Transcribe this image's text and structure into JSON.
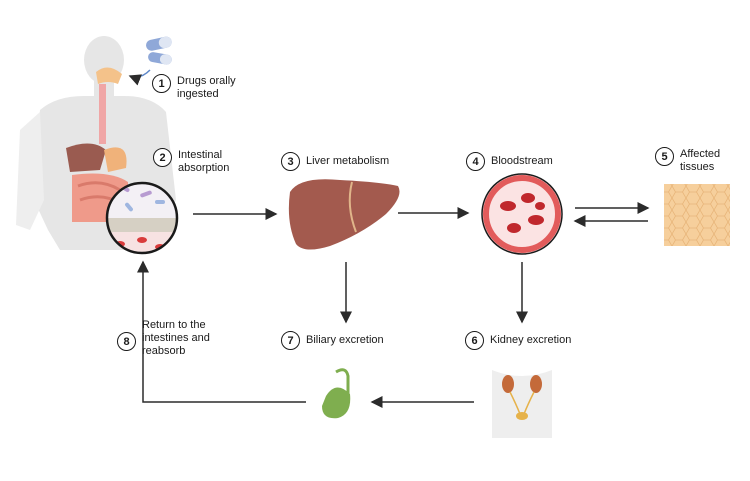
{
  "steps": [
    {
      "num": "1",
      "lines": [
        "Drugs orally",
        "ingested"
      ]
    },
    {
      "num": "2",
      "lines": [
        "Intestinal",
        "absorption"
      ]
    },
    {
      "num": "3",
      "lines": [
        "Liver metabolism"
      ]
    },
    {
      "num": "4",
      "lines": [
        "Bloodstream"
      ]
    },
    {
      "num": "5",
      "lines": [
        "Affected",
        "tissues"
      ]
    },
    {
      "num": "6",
      "lines": [
        "Kidney excretion"
      ]
    },
    {
      "num": "7",
      "lines": [
        "Biliary excretion"
      ]
    },
    {
      "num": "8",
      "lines": [
        "Return to the",
        "intestines and",
        "reabsorb"
      ]
    }
  ],
  "colors": {
    "arrow": "#2b2b2b",
    "liver": "#a35a4e",
    "blood_vessel": "#e25b5b",
    "tissue": "#f6cf9c",
    "gallbladder": "#7fae4f",
    "body": "#e6e6e6"
  }
}
